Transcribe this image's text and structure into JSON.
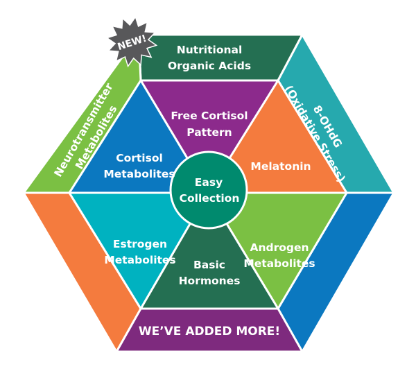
{
  "badge": {
    "label": "NEW!",
    "color": "#58585a"
  },
  "center": {
    "line1": "Easy",
    "line2": "Collection",
    "color": "#008a6e"
  },
  "triangles": [
    {
      "line1": "Free Cortisol",
      "line2": "Pattern",
      "color": "#8c2a8c"
    },
    {
      "line1": "Melatonin",
      "line2": "",
      "color": "#f47b3e"
    },
    {
      "line1": "Androgen",
      "line2": "Metabolites",
      "color": "#7bc043"
    },
    {
      "line1": "Basic",
      "line2": "Hormones",
      "color": "#246f52"
    },
    {
      "line1": "Estrogen",
      "line2": "Metabolites",
      "color": "#00b2c0"
    },
    {
      "line1": "Cortisol",
      "line2": "Metabolites",
      "color": "#0b78c0"
    }
  ],
  "bands": [
    {
      "line1": "Nutritional",
      "line2": "Organic Acids",
      "color": "#246f52"
    },
    {
      "line1": "8-OHdG",
      "line2": "(Oxidative Stress)",
      "color": "#26a9ae"
    },
    {
      "line1": "",
      "line2": "",
      "color": "#0b78c0"
    },
    {
      "line1": "WE’VE ADDED MORE!",
      "line2": "",
      "color": "#7e2a7e"
    },
    {
      "line1": "",
      "line2": "",
      "color": "#f47b3e"
    },
    {
      "line1": "Neurotransmitter",
      "line2": "Metabolites",
      "color": "#7bc043"
    }
  ]
}
